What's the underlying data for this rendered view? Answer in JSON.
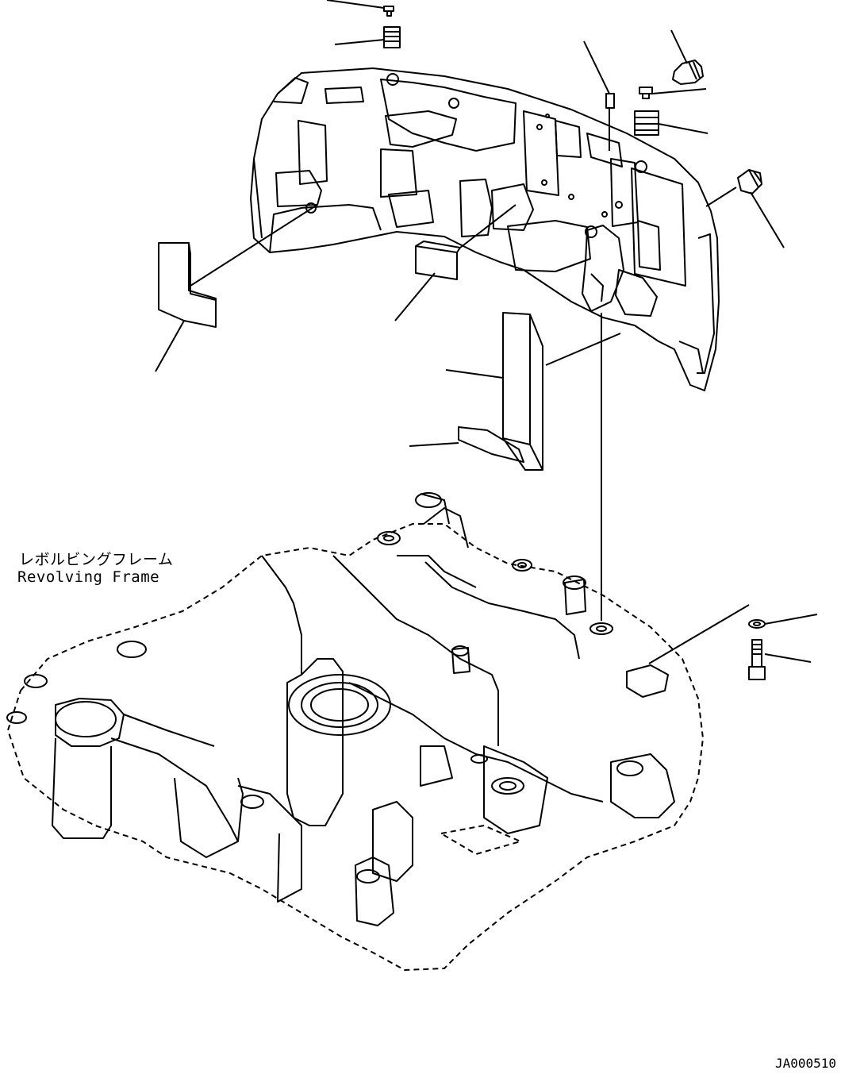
{
  "labels": {
    "part_name_jp": "レボルビングフレーム",
    "part_name_en": "Revolving Frame",
    "figure_code": "JA000510"
  },
  "colors": {
    "line": "#000000",
    "background": "#ffffff"
  }
}
